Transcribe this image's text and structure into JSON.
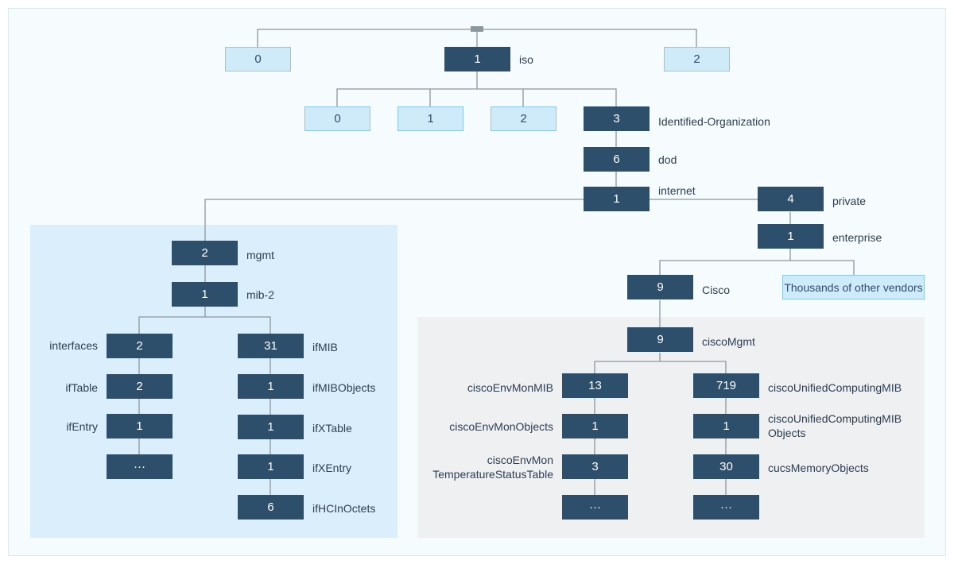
{
  "nodes": {
    "top_0": "0",
    "top_1": "1",
    "top_2": "2",
    "l2_0": "0",
    "l2_1": "1",
    "l2_2": "2",
    "l2_3": "3",
    "dod": "6",
    "internet": "1",
    "private": "4",
    "enterprise": "1",
    "cisco": "9",
    "vendors": "Thousands of other vendors",
    "ciscoMgmt": "9",
    "mgmt": "2",
    "mib2": "1",
    "interfaces": "2",
    "ifTable": "2",
    "ifEntry": "1",
    "ifEntry_more": "···",
    "ifMIB": "31",
    "ifMIBObjects": "1",
    "ifXTable": "1",
    "ifXEntry": "1",
    "ifHCInOctets": "6",
    "ciscoEnvMonMIB": "13",
    "ciscoEnvMonObjects": "1",
    "ciscoEnvMonTemp": "3",
    "env_more": "···",
    "ciscoUCMIB": "719",
    "ciscoUCMIBObjects": "1",
    "cucsMemoryObjects": "30",
    "ucs_more": "···"
  },
  "labels": {
    "iso": "iso",
    "identified_org": "Identified-Organization",
    "dod": "dod",
    "internet": "internet",
    "private": "private",
    "enterprise": "enterprise",
    "cisco": "Cisco",
    "ciscoMgmt": "ciscoMgmt",
    "mgmt": "mgmt",
    "mib2": "mib-2",
    "interfaces": "interfaces",
    "ifTable": "ifTable",
    "ifEntry": "ifEntry",
    "ifMIB": "ifMIB",
    "ifMIBObjects": "ifMIBObjects",
    "ifXTable": "ifXTable",
    "ifXEntry": "ifXEntry",
    "ifHCInOctets": "ifHCInOctets",
    "ciscoEnvMonMIB": "ciscoEnvMonMIB",
    "ciscoEnvMonObjects": "ciscoEnvMonObjects",
    "ciscoEnvMonTemp_1": "ciscoEnvMon",
    "ciscoEnvMonTemp_2": "TemperatureStatusTable",
    "ciscoUCMIB": "ciscoUnifiedComputingMIB",
    "ciscoUCMIBObjects_1": "ciscoUnifiedComputingMIB",
    "ciscoUCMIBObjects_2": "Objects",
    "cucsMemoryObjects": "cucsMemoryObjects"
  },
  "colors": {
    "dark_node": "#2d4f6b",
    "light_node": "#cfeaf9",
    "left_panel": "#daeefc",
    "right_panel": "#eef0f2",
    "connector": "#8c969d"
  }
}
